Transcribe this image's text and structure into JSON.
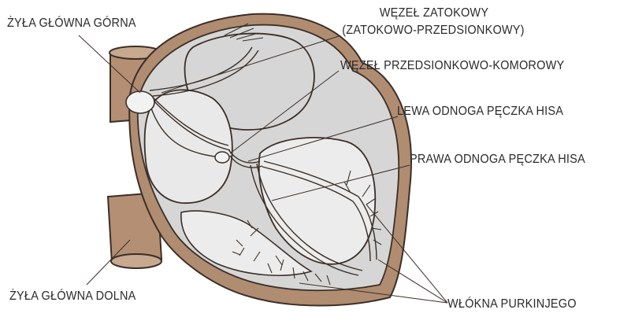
{
  "labels": {
    "vena_cava_superior": "ŻYŁA GŁÓWNA GÓRNA",
    "sa_node_line1": "WĘZEŁ ZATOKOWY",
    "sa_node_line2": "(ZATOKOWO-PRZEDSIONKOWY)",
    "av_node": "WĘZEŁ PRZEDSIONKOWO-KOMOROWY",
    "left_bundle_branch": "LEWA ODNOGA PĘCZKA HISA",
    "right_bundle_branch": "PRAWA ODNOGA PĘCZKA HISA",
    "vena_cava_inferior": "ŻYŁA GŁÓWNA DOLNA",
    "purkinje_fibers": "WŁÓKNA PURKINJEGO"
  },
  "colors": {
    "vein_fill": "#b48f74",
    "vein_stroke": "#3a2f28",
    "outer_wall": "#b08c71",
    "chamber_fill": "#d6d6d6",
    "line": "#333333",
    "text": "#2b2b2b"
  }
}
